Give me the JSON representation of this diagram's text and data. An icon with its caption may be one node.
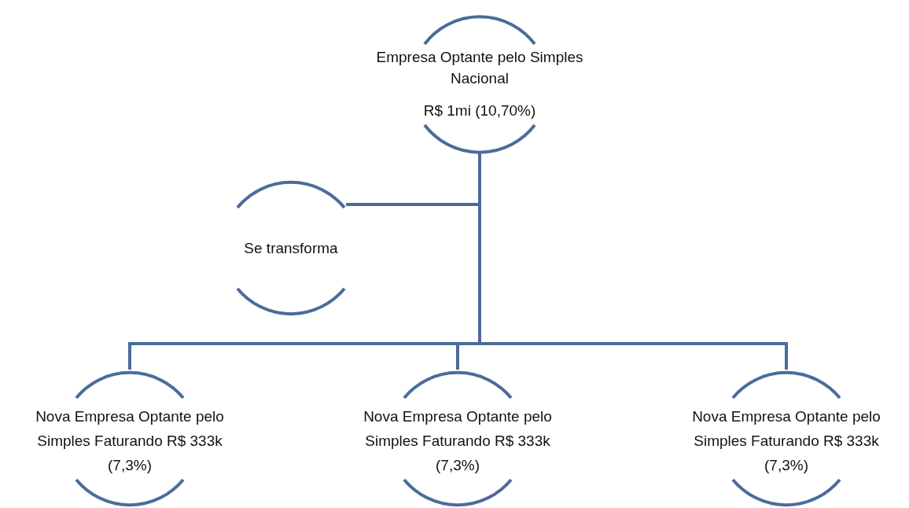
{
  "diagram": {
    "nodes": [
      {
        "text": [
          "Empresa Optante pelo Simples Nacional",
          "R$ 1mi (10,70%)"
        ]
      },
      {
        "text": [
          "Se transforma"
        ]
      },
      {
        "text": [
          "Nova Empresa Optante pelo Simples Faturando R$ 333k (7,3%)"
        ]
      },
      {
        "text": [
          "Nova Empresa Optante pelo Simples Faturando R$ 333k (7,3%)"
        ]
      },
      {
        "text": [
          "Nova Empresa Optante pelo Simples Faturando R$ 333k (7,3%)"
        ]
      }
    ],
    "edges": [
      {
        "from": 0,
        "to": 1,
        "arrow": "none"
      },
      {
        "from": 0,
        "to": 2,
        "arrow": "none"
      },
      {
        "from": 0,
        "to": 3,
        "arrow": "none"
      },
      {
        "from": 0,
        "to": 4,
        "arrow": "none"
      }
    ]
  }
}
